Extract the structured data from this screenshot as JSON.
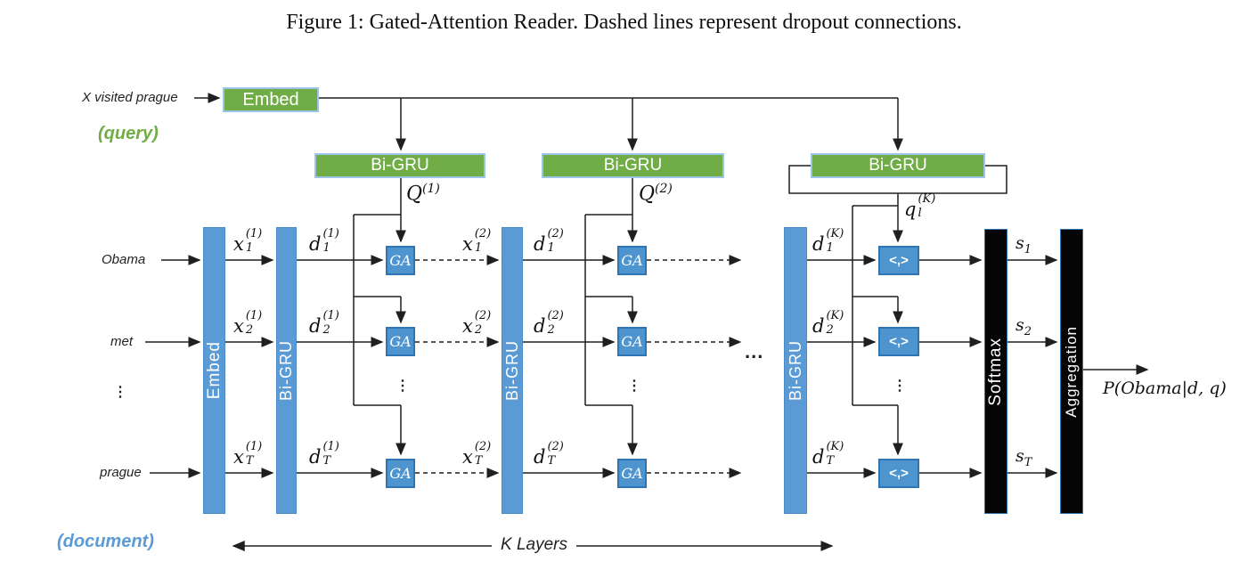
{
  "title": "Figure 1: Gated-Attention Reader. Dashed lines represent dropout connections.",
  "colors": {
    "green": "#70AD47",
    "blue": "#5B9BD5",
    "box_blue": "#4E95D0",
    "border_dark_blue": "#2E75B6",
    "border_light_blue": "#9DC3E6",
    "black": "#050505"
  },
  "query": {
    "input_text": "X visited prague",
    "section_label": "(query)",
    "embed_label": "Embed",
    "bigru_labels": [
      "Bi-GRU",
      "Bi-GRU",
      "Bi-GRU"
    ],
    "q1": {
      "base": "Q",
      "sup": "(1)"
    },
    "q2": {
      "base": "Q",
      "sup": "(2)"
    },
    "qK": {
      "base": "q",
      "sub": "l",
      "sup": "(K)"
    }
  },
  "document": {
    "section_label": "(document)",
    "words": [
      "Obama",
      "met",
      "⋮",
      "prague"
    ],
    "embed_label": "Embed",
    "bigru_labels": [
      "Bi-GRU",
      "Bi-GRU",
      "Bi-GRU"
    ],
    "vdots": "⋮",
    "hdots": "..."
  },
  "labels": {
    "x1": [
      {
        "base": "x",
        "sub": "1",
        "sup": "(1)"
      },
      {
        "base": "x",
        "sub": "2",
        "sup": "(1)"
      },
      {
        "base": "x",
        "sub": "T",
        "sup": "(1)"
      }
    ],
    "d1": [
      {
        "base": "d",
        "sub": "1",
        "sup": "(1)"
      },
      {
        "base": "d",
        "sub": "2",
        "sup": "(1)"
      },
      {
        "base": "d",
        "sub": "T",
        "sup": "(1)"
      }
    ],
    "x2": [
      {
        "base": "x",
        "sub": "1",
        "sup": "(2)"
      },
      {
        "base": "x",
        "sub": "2",
        "sup": "(2)"
      },
      {
        "base": "x",
        "sub": "T",
        "sup": "(2)"
      }
    ],
    "d2": [
      {
        "base": "d",
        "sub": "1",
        "sup": "(2)"
      },
      {
        "base": "d",
        "sub": "2",
        "sup": "(2)"
      },
      {
        "base": "d",
        "sub": "T",
        "sup": "(2)"
      }
    ],
    "dK": [
      {
        "base": "d",
        "sub": "1",
        "sup": "(K)"
      },
      {
        "base": "d",
        "sub": "2",
        "sup": "(K)"
      },
      {
        "base": "d",
        "sub": "T",
        "sup": "(K)"
      }
    ],
    "s": [
      {
        "base": "s",
        "sub": "1"
      },
      {
        "base": "s",
        "sub": "2"
      },
      {
        "base": "s",
        "sub": "T"
      }
    ]
  },
  "boxes": {
    "ga": "GA",
    "inner": "<,>",
    "softmax": "Softmax",
    "aggregation": "Aggregation"
  },
  "output_label": "P(Obama|d, q)",
  "k_layers_label": "K Layers"
}
